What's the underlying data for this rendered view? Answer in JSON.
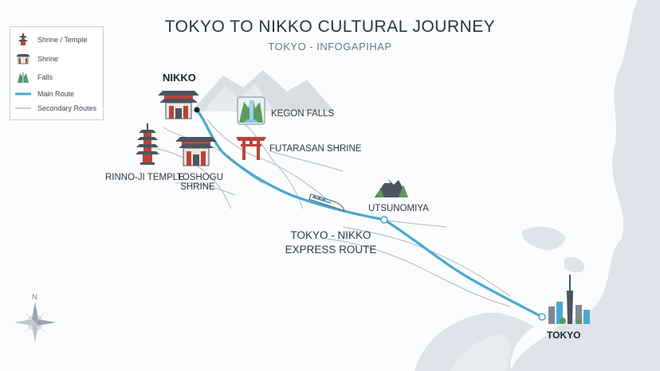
{
  "title": "TOKYO TO NIKKO CULTURAL JOURNEY",
  "subtitle": "TOKYO - INFOGAPIHAP",
  "legend": {
    "items": [
      {
        "label": "Shrine / Temple",
        "icon": "pagoda-icon"
      },
      {
        "label": "Shrine",
        "icon": "shrine-icon"
      },
      {
        "label": "Falls",
        "icon": "waterfall-icon"
      },
      {
        "label": "Main Route",
        "icon": "main-route-line"
      },
      {
        "label": "Secondary Routes",
        "icon": "secondary-route-line"
      }
    ]
  },
  "places": {
    "nikko": "NIKKO",
    "kegon_falls": "KEGON FALLS",
    "futarasan_shrine": "FUTARASAN SHRINE",
    "rinnoji_temple": "RINNO-JI TEMPLE",
    "toshogu_line1": "TOSHOGU",
    "toshogu_line2": "SHRINE",
    "utsunomiya": "UTSUNOMIYA",
    "tokyo": "TOKYO"
  },
  "route_label": {
    "line1": "TOKYO - NIKKO",
    "line2": "EXPRESS ROUTE"
  },
  "compass": {
    "north": "N"
  },
  "colors": {
    "main_route": "#4aa8d0",
    "secondary_route": "#b9c1ca",
    "sea": "#dfe4ea",
    "mountains": "#d9dde2",
    "temple_red": "#b8433a",
    "temple_roof": "#4b5560",
    "tree_green": "#5c9a5a"
  }
}
